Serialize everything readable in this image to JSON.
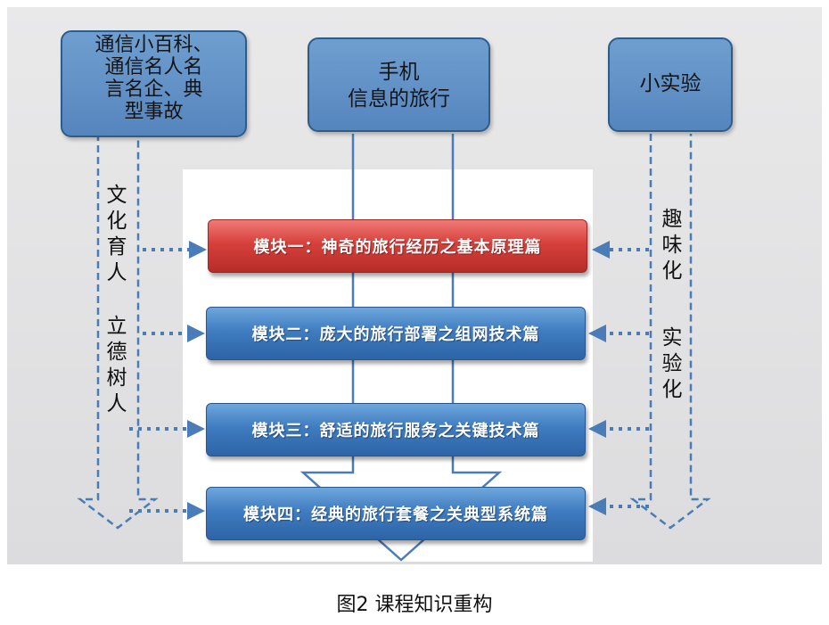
{
  "top_boxes": {
    "left": [
      "通信小百科、",
      "通信名人名",
      "言名企、典",
      "型事故"
    ],
    "center": [
      "手机",
      "信息的旅行"
    ],
    "right": [
      "小实验"
    ]
  },
  "side_labels": {
    "left_upper": "文化育人",
    "left_lower": "立德树人",
    "right_upper": "趣味化",
    "right_lower": "实验化"
  },
  "modules": [
    {
      "label": "模块一：神奇的旅行经历之基本原理篇",
      "color": "#d6403b"
    },
    {
      "label": "模块二：庞大的旅行部署之组网技术篇",
      "color": "#3f7cc0"
    },
    {
      "label": "模块三：舒适的旅行服务之关键技术篇",
      "color": "#3f7cc0"
    },
    {
      "label": "模块四：经典的旅行套餐之关典型系统篇",
      "color": "#3f7cc0"
    }
  ],
  "caption": "图2  课程知识重构",
  "colors": {
    "blue_box": "#5585bd",
    "module_blue": "#3f7cc0",
    "module_red": "#d6403b",
    "arrow": "#4a7db8"
  }
}
